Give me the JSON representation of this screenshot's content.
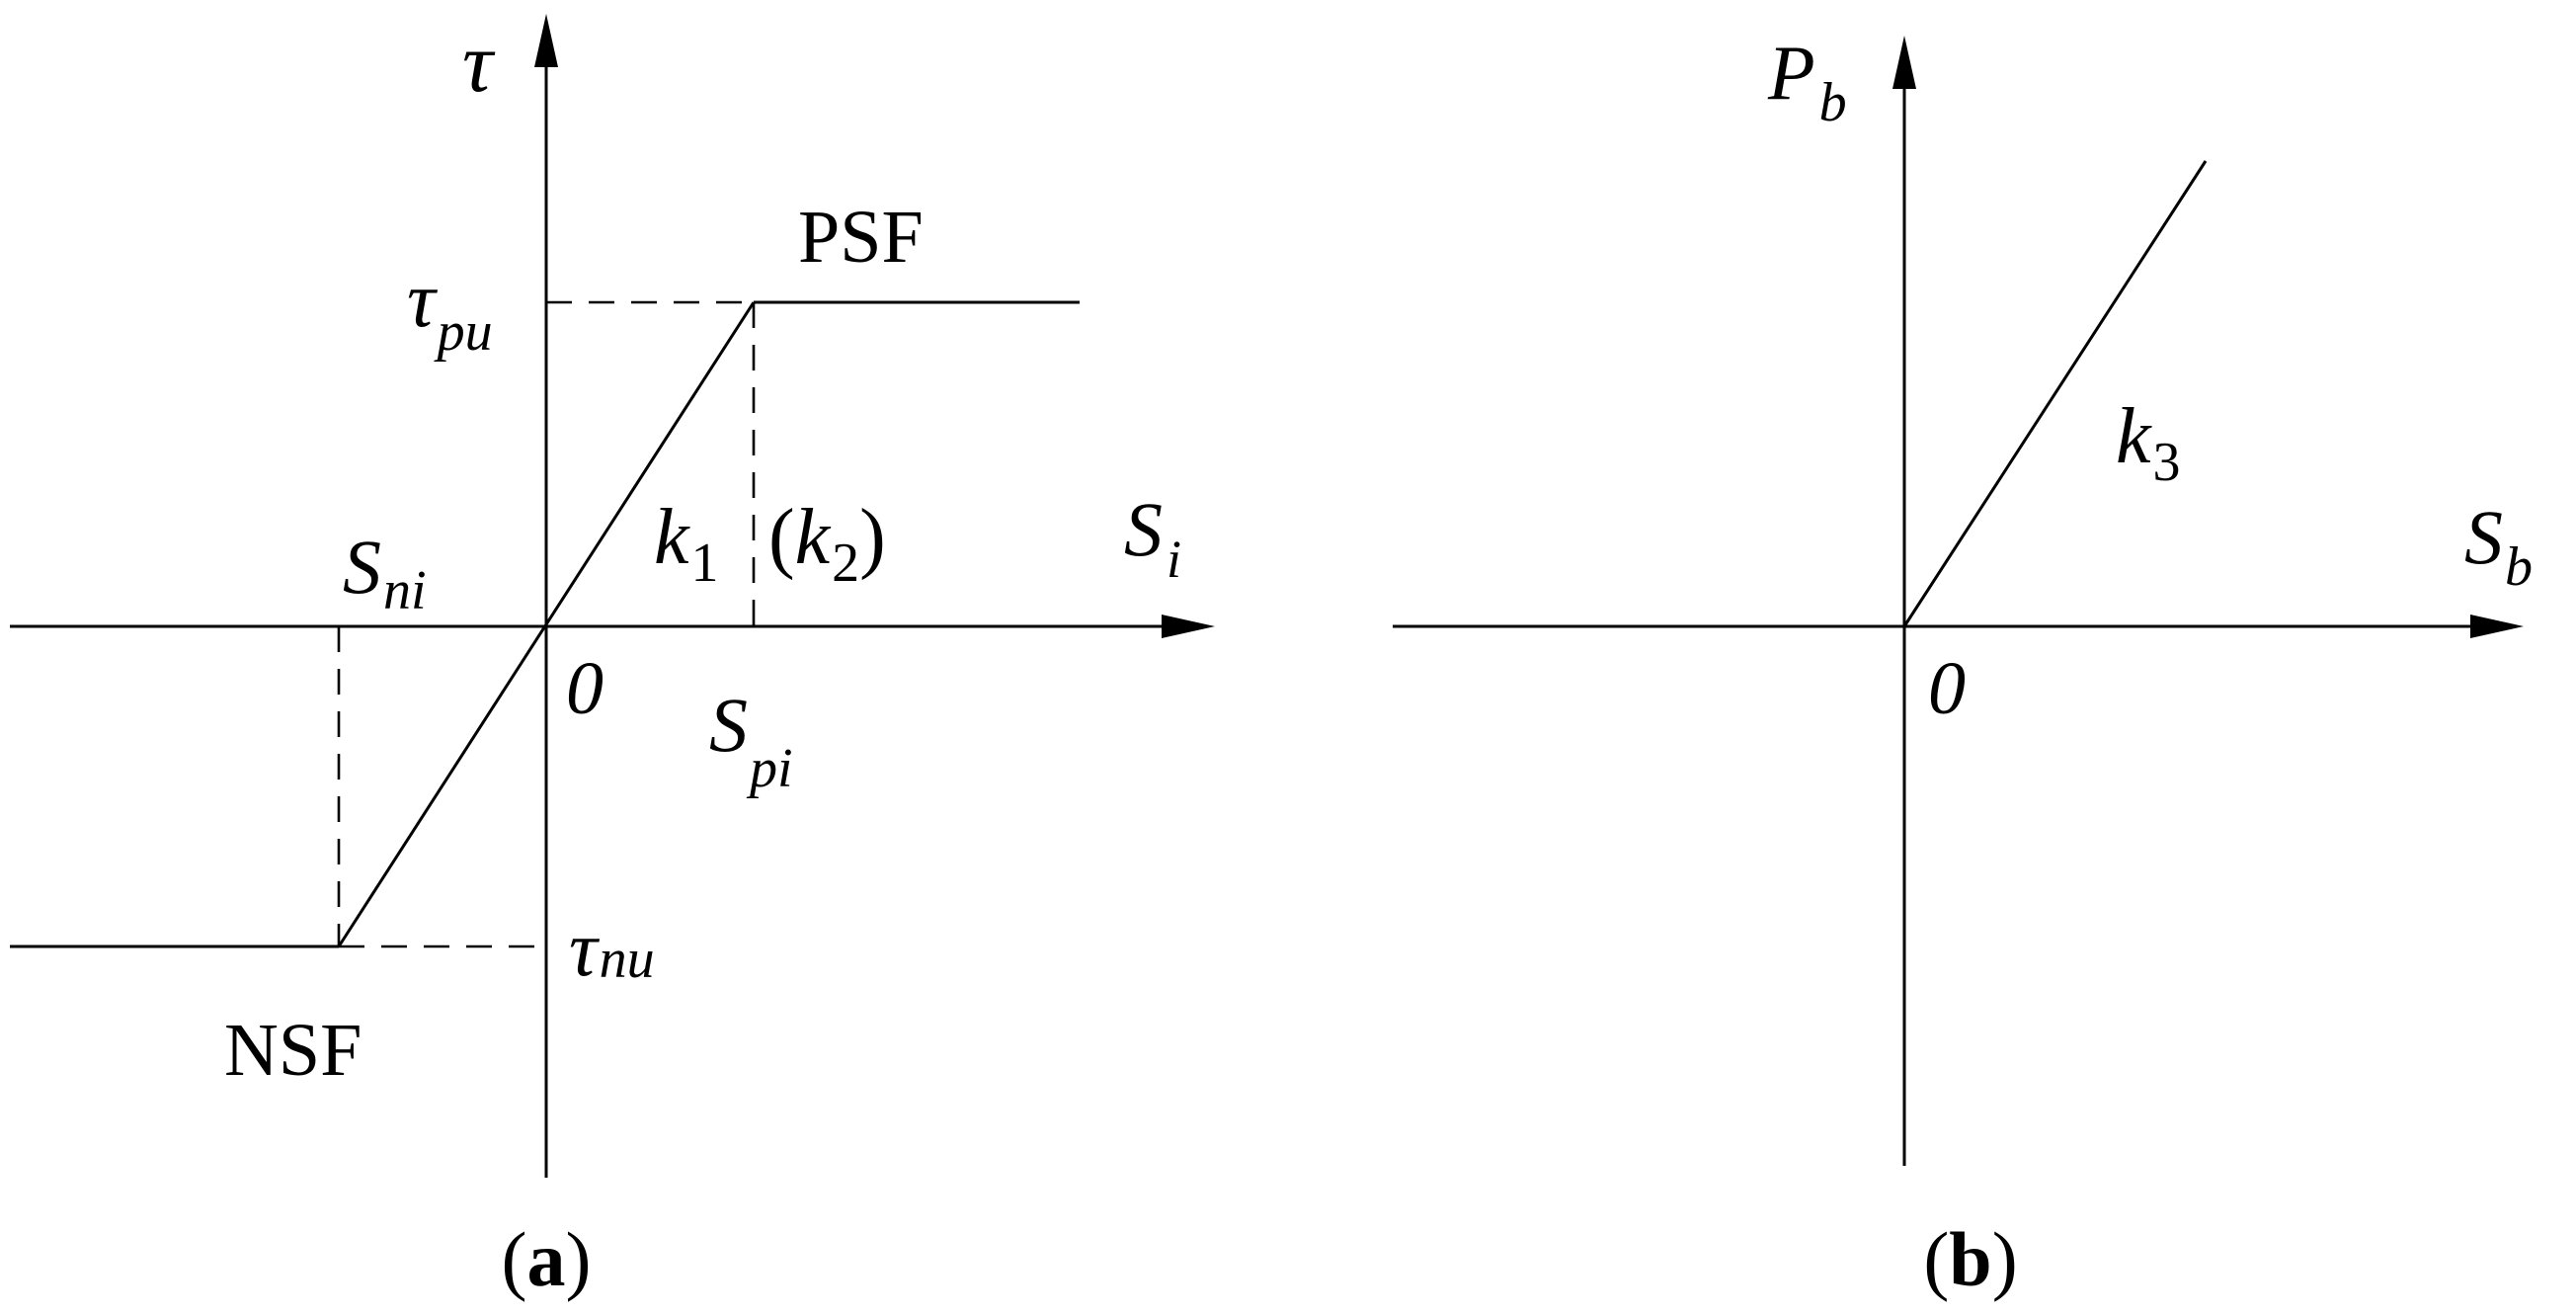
{
  "panel_a": {
    "y_axis_label": "τ",
    "x_axis_label": {
      "base": "S",
      "sub": "i"
    },
    "origin_label": "0",
    "tau_pu": {
      "base": "τ",
      "sub": "pu"
    },
    "tau_nu": {
      "base": "τ",
      "sub": "nu"
    },
    "s_ni": {
      "base": "S",
      "sub": "ni"
    },
    "s_pi": {
      "base": "S",
      "sub": "pi"
    },
    "k1": {
      "base": "k",
      "sub": "1"
    },
    "k2": {
      "open": "(",
      "base": "k",
      "sub": "2",
      "close": ")"
    },
    "psf_label": "PSF",
    "nsf_label": "NSF",
    "caption": {
      "open": "(",
      "letter": "a",
      "close": ")"
    }
  },
  "panel_b": {
    "y_axis_label": {
      "base": "P",
      "sub": "b"
    },
    "x_axis_label": {
      "base": "S",
      "sub": "b"
    },
    "origin_label": "0",
    "k3": {
      "base": "k",
      "sub": "3"
    },
    "caption": {
      "open": "(",
      "letter": "b",
      "close": ")"
    }
  }
}
